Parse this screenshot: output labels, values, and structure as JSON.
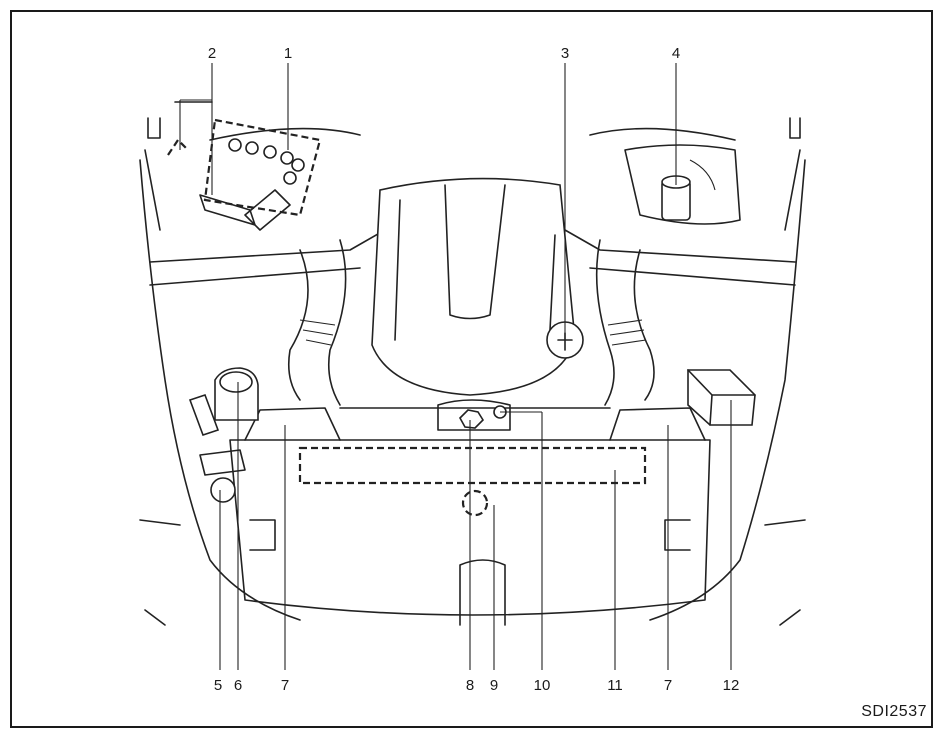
{
  "figure": {
    "code": "SDI2537",
    "callouts": [
      {
        "id": "1",
        "label": "1"
      },
      {
        "id": "2",
        "label": "2"
      },
      {
        "id": "3",
        "label": "3"
      },
      {
        "id": "4",
        "label": "4"
      },
      {
        "id": "5",
        "label": "5"
      },
      {
        "id": "6",
        "label": "6"
      },
      {
        "id": "7a",
        "label": "7"
      },
      {
        "id": "8",
        "label": "8"
      },
      {
        "id": "9",
        "label": "9"
      },
      {
        "id": "10",
        "label": "10"
      },
      {
        "id": "11",
        "label": "11"
      },
      {
        "id": "7b",
        "label": "7"
      },
      {
        "id": "12",
        "label": "12"
      }
    ],
    "colors": {
      "ink": "#222222",
      "paper": "#ffffff"
    }
  }
}
